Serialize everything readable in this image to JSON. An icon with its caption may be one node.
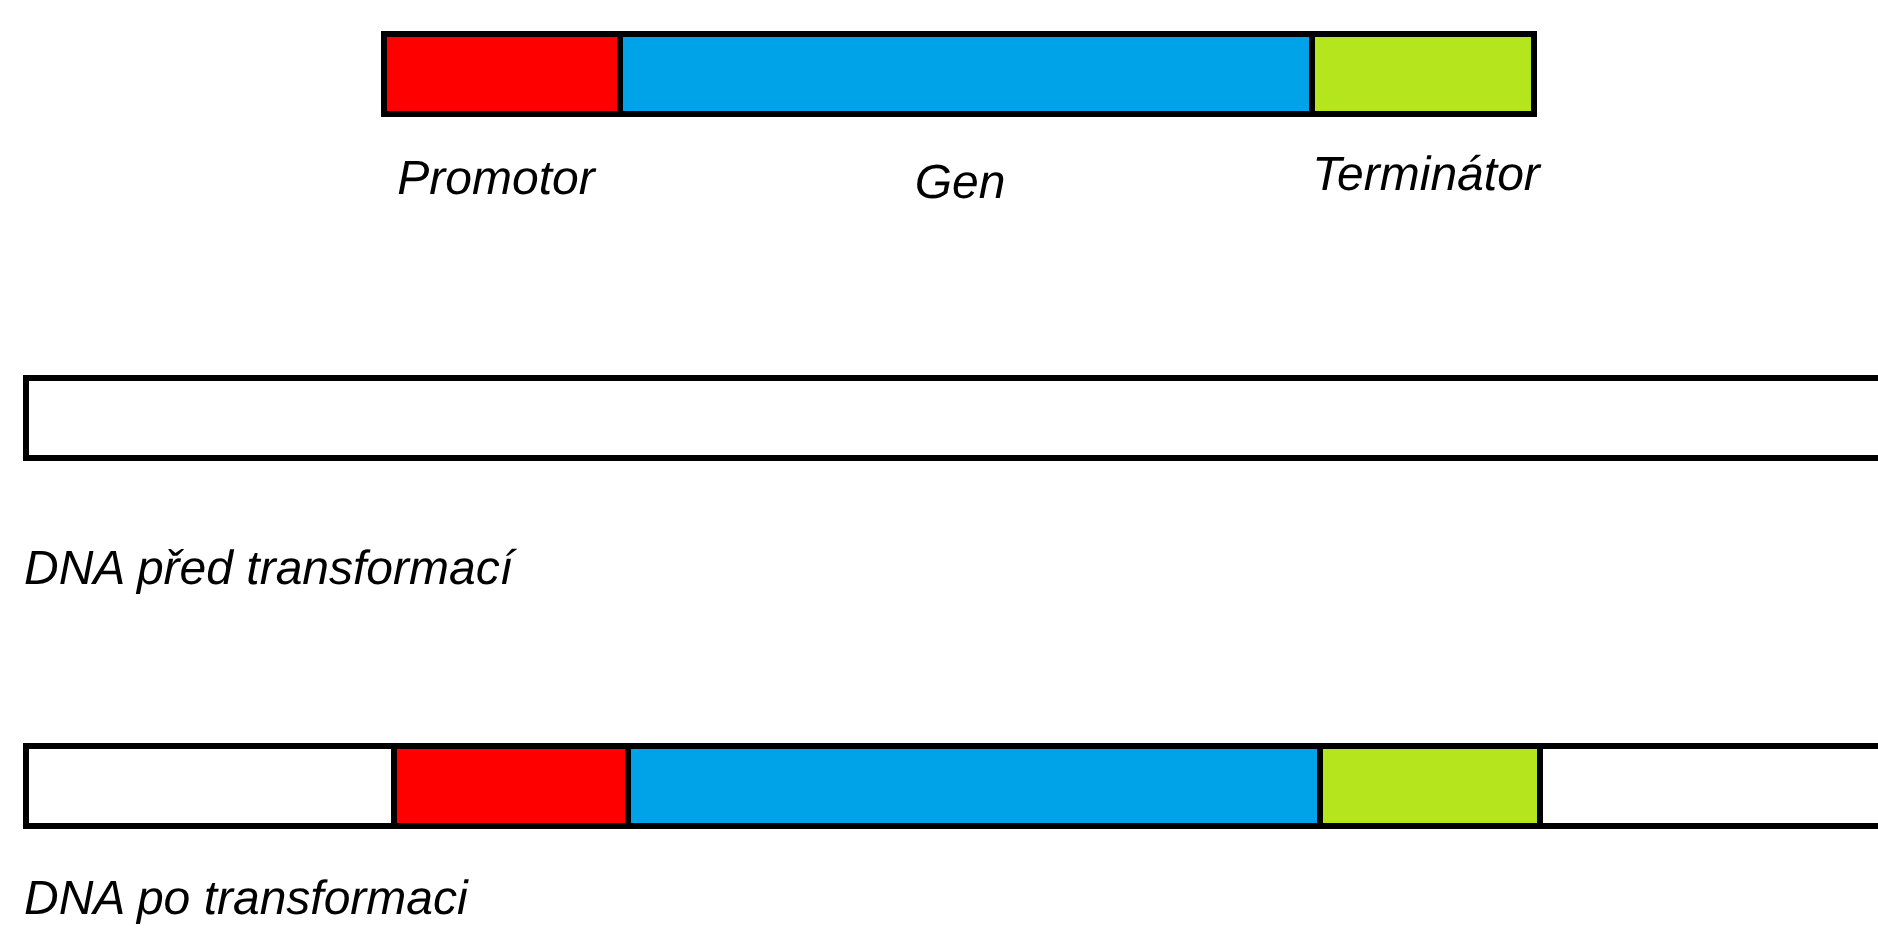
{
  "diagram": {
    "nodes": [
      {
        "text": [],
        "shape": "bar",
        "beside": [
          "Promotor",
          "Gen",
          "Terminátor"
        ]
      },
      {
        "text": [],
        "shape": "bar",
        "beside": [
          "DNA před transformací"
        ]
      },
      {
        "text": [],
        "shape": "bar",
        "beside": [
          "DNA po transformaci"
        ]
      }
    ]
  }
}
